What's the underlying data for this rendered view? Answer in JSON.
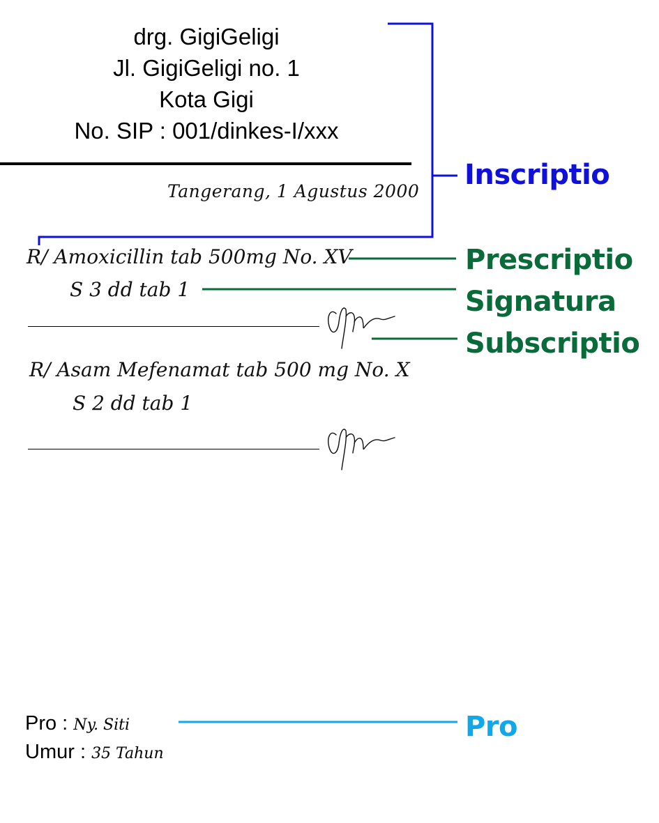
{
  "header": {
    "line1": "drg. GigiGeligi",
    "line2": "Jl. GigiGeligi no. 1",
    "line3": "Kota Gigi",
    "line4": "No. SIP : 001/dinkes-I/xxx"
  },
  "date": "Tangerang, 1 Agustus 2000",
  "prescriptions": [
    {
      "rx": "R/ Amoxicillin tab 500mg No. XV",
      "signa": "S 3 dd tab 1"
    },
    {
      "rx": "R/ Asam Mefenamat tab 500 mg No. X",
      "signa": "S 2 dd tab 1"
    }
  ],
  "patient": {
    "pro_label": "Pro : ",
    "pro_value": "Ny. Siti",
    "age_label": "Umur : ",
    "age_value": "35 Tahun"
  },
  "labels": {
    "inscriptio": "Inscriptio",
    "prescriptio": "Prescriptio",
    "signatura": "Signatura",
    "subscriptio": "Subscriptio",
    "pro": "Pro"
  },
  "colors": {
    "inscriptio": "#1010d8",
    "green": "#0a6b3a",
    "pro": "#10a8e8"
  }
}
